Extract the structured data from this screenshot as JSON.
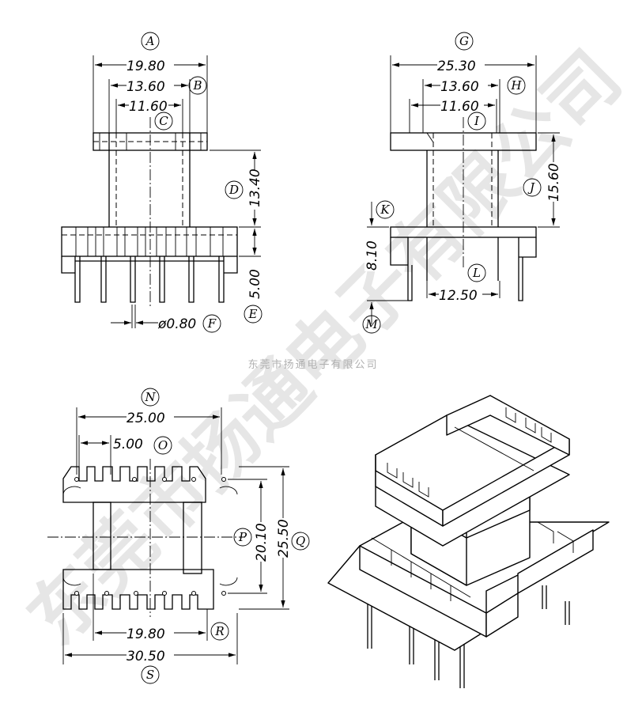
{
  "caption": "东莞市扬通电子有限公司",
  "watermark": "东莞市扬通电子有限公司",
  "front_view": {
    "A": {
      "label": "A",
      "value": "19.80"
    },
    "B": {
      "label": "B",
      "value": "13.60"
    },
    "C": {
      "label": "C",
      "value": "11.60"
    },
    "D": {
      "label": "D",
      "value": "13.40"
    },
    "E": {
      "label": "E",
      "value": "5.00"
    },
    "F": {
      "label": "F",
      "value": "ø0.80"
    }
  },
  "side_view": {
    "G": {
      "label": "G",
      "value": "25.30"
    },
    "H": {
      "label": "H",
      "value": "13.60"
    },
    "I": {
      "label": "I",
      "value": "11.60"
    },
    "J": {
      "label": "J",
      "value": "15.60"
    },
    "K": {
      "label": "K",
      "value": "8.10"
    },
    "L": {
      "label": "L",
      "value": "12.50"
    },
    "M": {
      "label": "M"
    }
  },
  "bottom_view": {
    "N": {
      "label": "N",
      "value": "25.00"
    },
    "O": {
      "label": "O",
      "value": "5.00"
    },
    "P": {
      "label": "P",
      "value": "20.10"
    },
    "Q": {
      "label": "Q",
      "value": "25.50"
    },
    "R": {
      "label": "R",
      "value": "19.80"
    },
    "S": {
      "label": "S",
      "value": "30.50"
    }
  }
}
